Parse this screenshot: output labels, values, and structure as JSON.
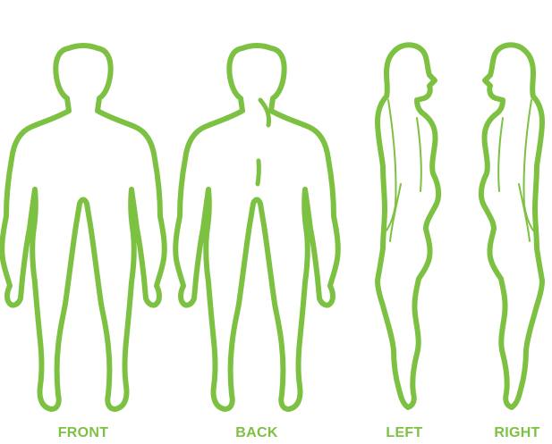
{
  "colors": {
    "accent": "#7dc142",
    "background": "#ffffff"
  },
  "views": [
    {
      "id": "front",
      "label": "FRONT"
    },
    {
      "id": "back",
      "label": "BACK"
    },
    {
      "id": "left",
      "label": "LEFT"
    },
    {
      "id": "right",
      "label": "RIGHT"
    }
  ]
}
